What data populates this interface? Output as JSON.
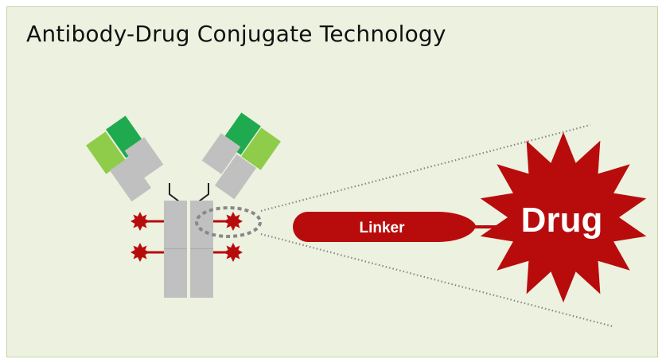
{
  "title": "Antibody-Drug Conjugate Technology",
  "labels": {
    "linker": "Linker",
    "drug": "Drug"
  },
  "colors": {
    "background": "#edf1e0",
    "frame_border": "#c5d6a7",
    "heavy_chain_gray": "#c0c0c0",
    "variable_dark_green": "#1faa4f",
    "variable_light_green": "#8fcc4a",
    "payload_red": "#b80c0c",
    "dotted_gray": "#888888"
  },
  "icons": {
    "payload": "starburst-icon",
    "drug": "starburst-icon"
  }
}
